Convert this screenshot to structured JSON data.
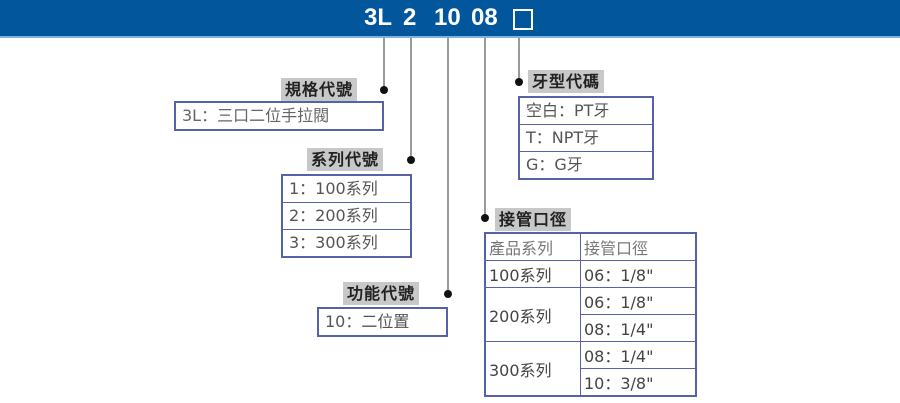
{
  "header": {
    "code_parts": [
      "3L",
      "2",
      "10",
      "08"
    ],
    "placeholder_box": "□",
    "background_color": "#02569b"
  },
  "spec_code": {
    "label": "規格代號",
    "items": [
      "3L：三口二位手拉閥"
    ]
  },
  "series_code": {
    "label": "系列代號",
    "items": [
      "1：100系列",
      "2：200系列",
      "3：300系列"
    ]
  },
  "function_code": {
    "label": "功能代號",
    "items": [
      "10：二位置"
    ]
  },
  "thread_code": {
    "label": "牙型代碼",
    "items": [
      "空白：PT牙",
      "T：NPT牙",
      "G：G牙"
    ]
  },
  "port_size": {
    "label": "接管口徑",
    "columns": [
      "產品系列",
      "接管口徑"
    ],
    "rows": [
      {
        "series": "100系列",
        "sizes": [
          "06：1/8\""
        ]
      },
      {
        "series": "200系列",
        "sizes": [
          "06：1/8\"",
          "08：1/4\""
        ]
      },
      {
        "series": "300系列",
        "sizes": [
          "08：1/4\"",
          "10：3/8\""
        ]
      }
    ]
  }
}
